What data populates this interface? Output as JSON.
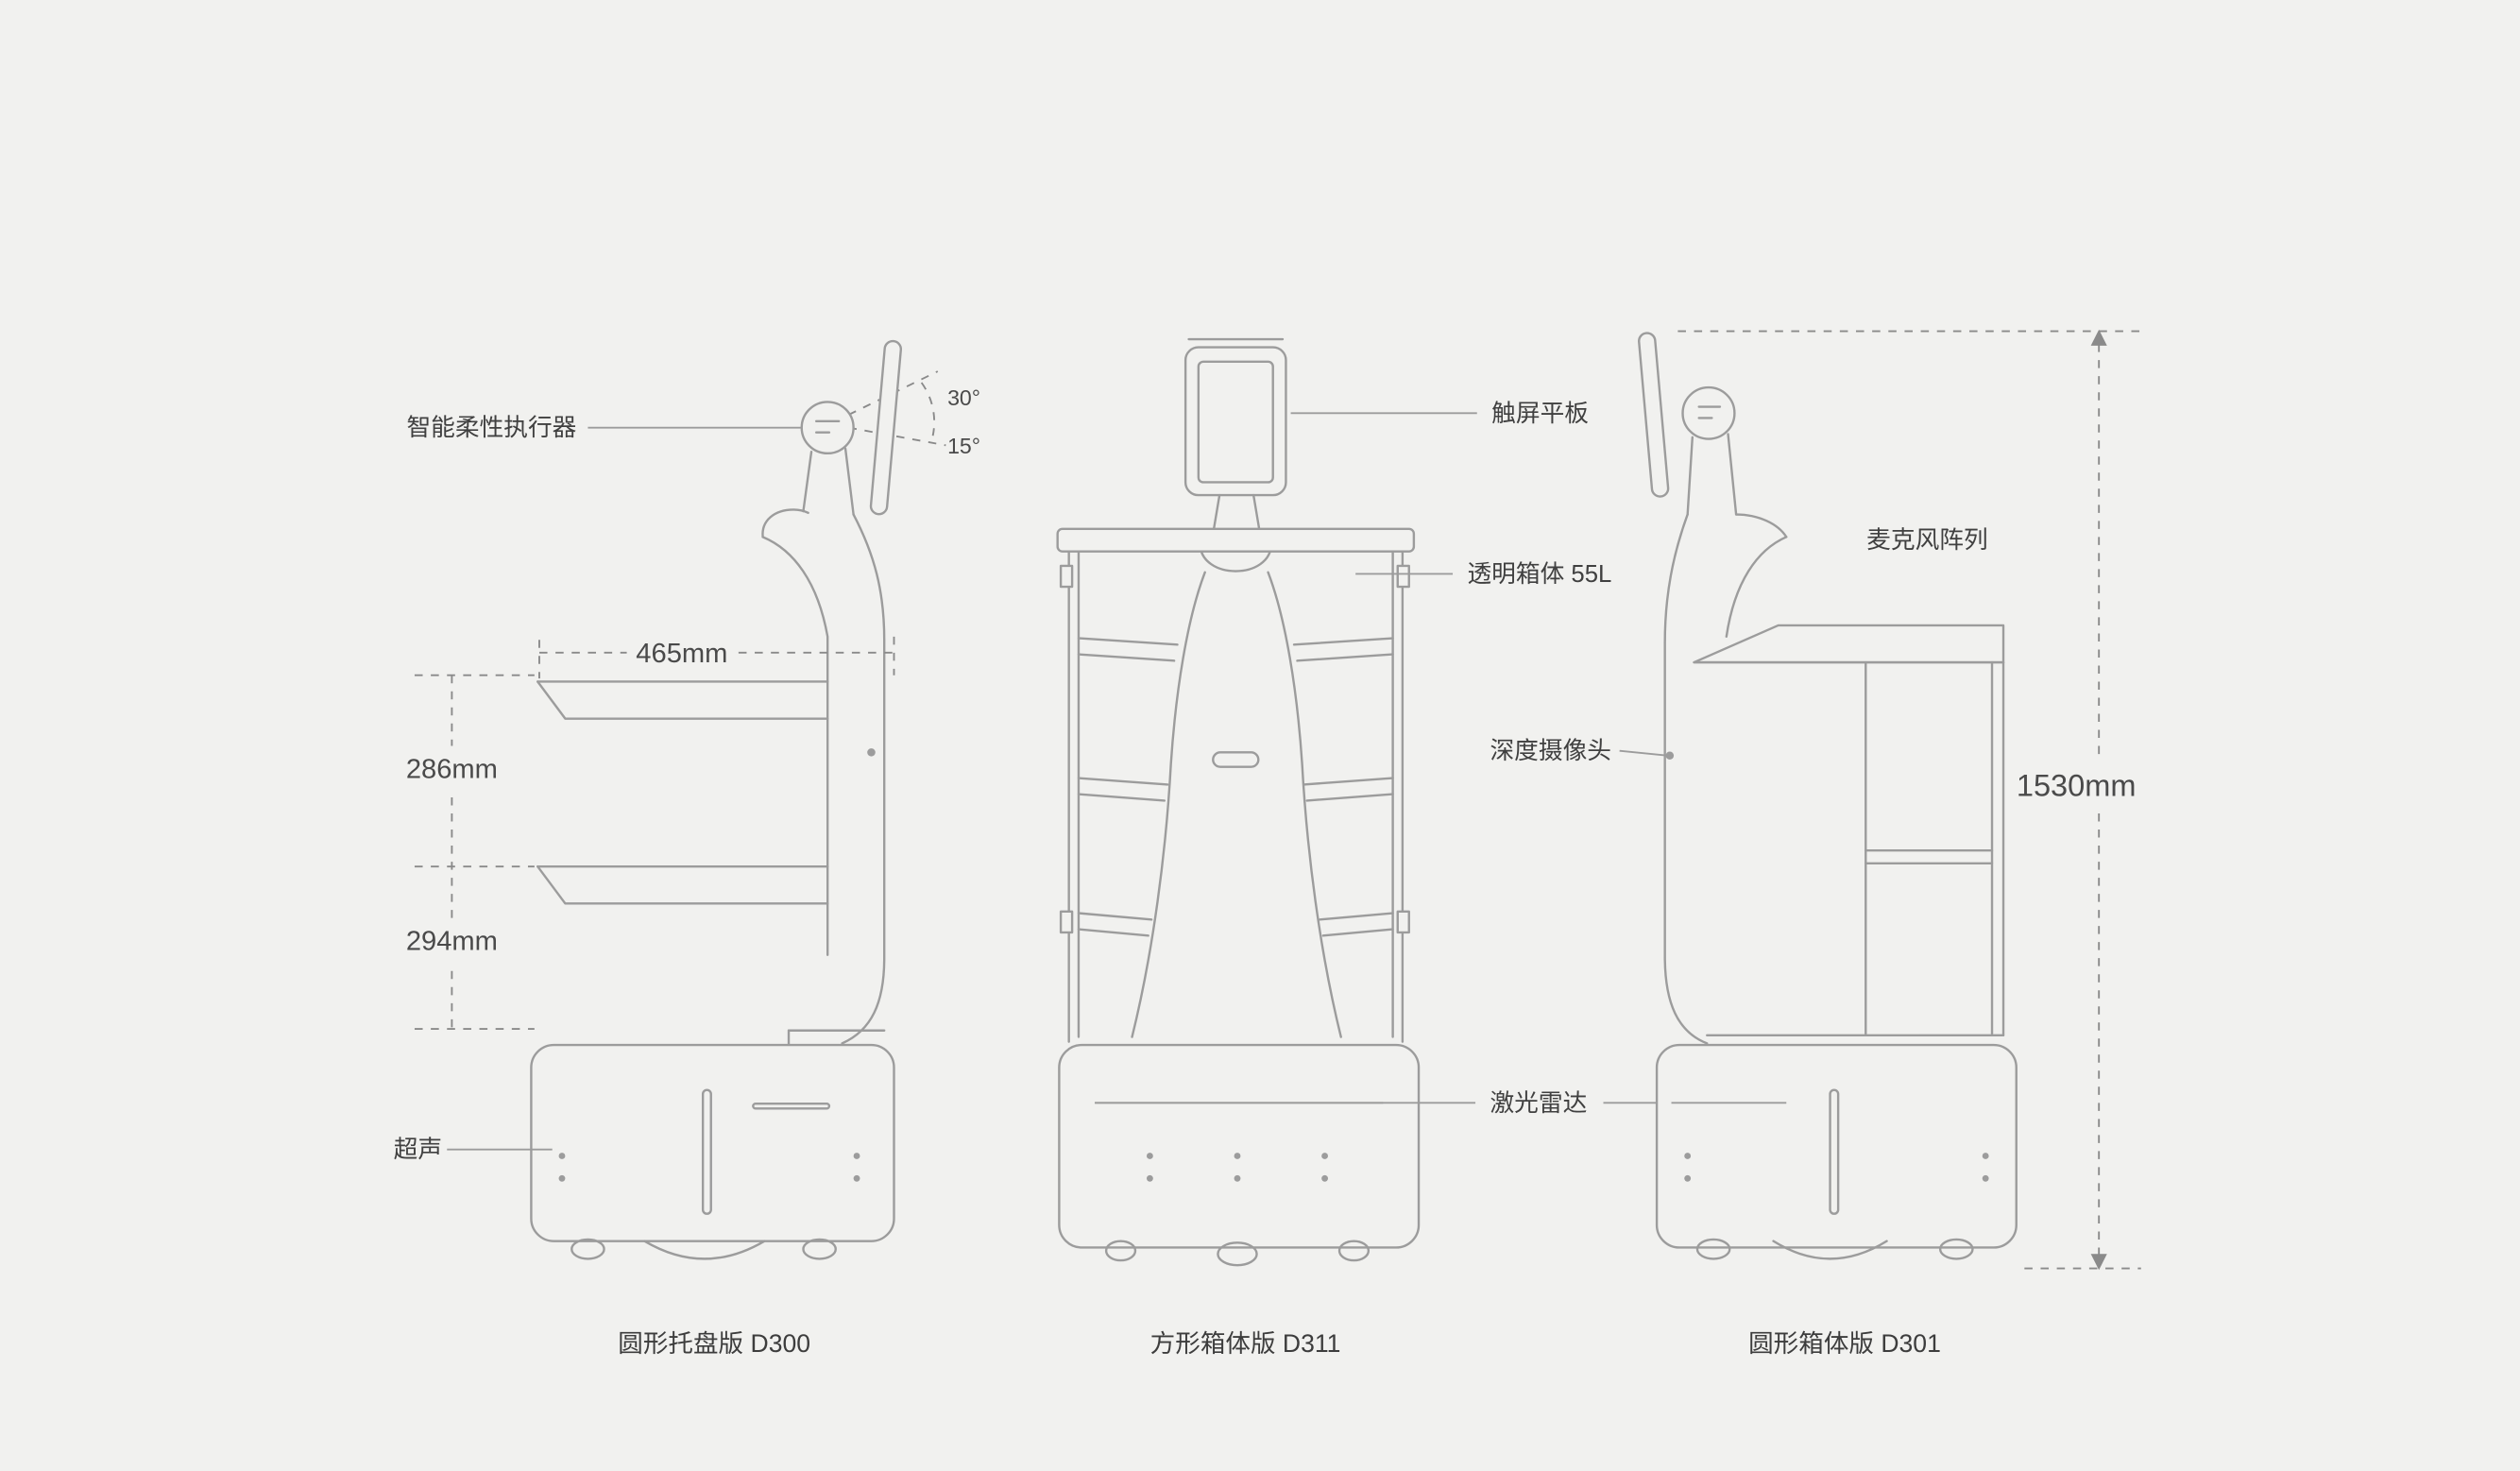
{
  "page": {
    "background": "#f1f1ef",
    "line_color": "#9c9c9c",
    "text_color": "#404040"
  },
  "labels": {
    "actuator": "智能柔性执行器",
    "ultrasonic": "超声",
    "touchscreen": "触屏平板",
    "transparent_cabinet": "透明箱体 55L",
    "depth_camera": "深度摄像头",
    "lidar": "激光雷达",
    "mic_array": "麦克风阵列"
  },
  "dims": {
    "tilt_up": "30°",
    "tilt_down": "15°",
    "tray_width": "465mm",
    "upper_gap": "286mm",
    "lower_gap": "294mm",
    "total_height": "1530mm"
  },
  "robots": [
    {
      "id": "D300",
      "caption": "圆形托盘版 D300"
    },
    {
      "id": "D311",
      "caption": "方形箱体版 D311"
    },
    {
      "id": "D301",
      "caption": "圆形箱体版 D301"
    }
  ]
}
